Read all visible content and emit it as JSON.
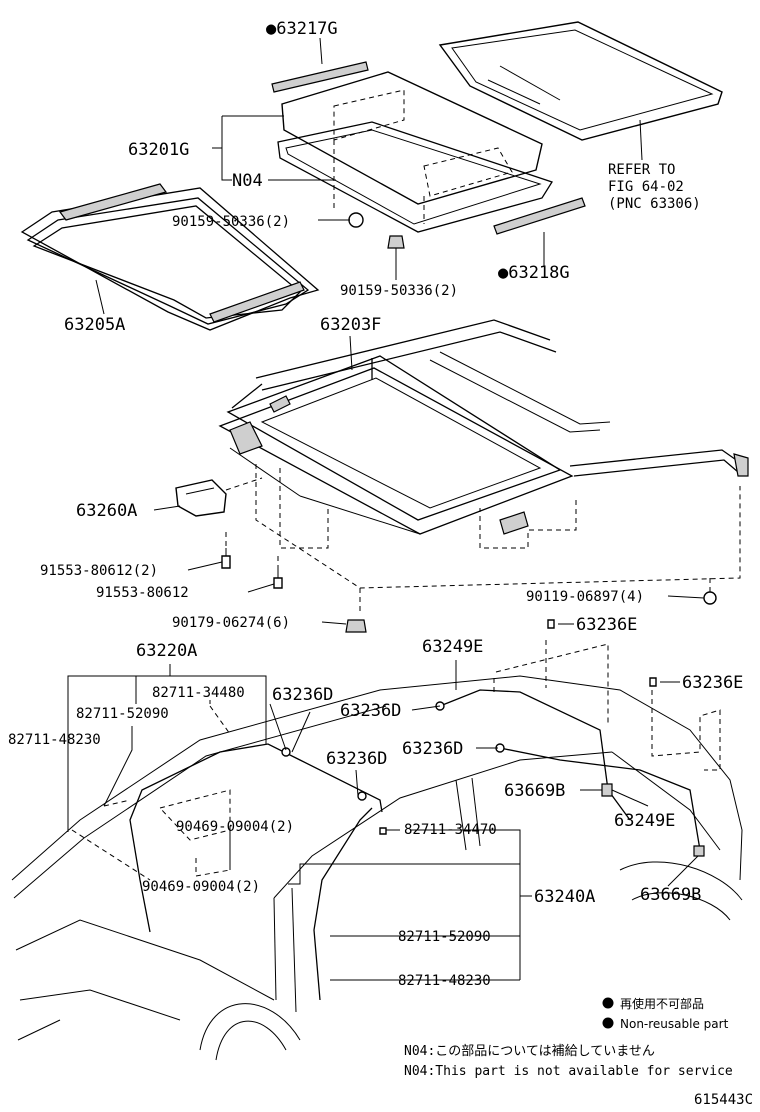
{
  "labels": {
    "p63217G": "●63217G",
    "p63201G": "63201G",
    "pN04": "N04",
    "refer1": "REFER TO",
    "refer2": "FIG 64-02",
    "refer3": "(PNC 63306)",
    "p90159a": "90159-50336(2)",
    "p90159b": "90159-50336(2)",
    "p63218G": "●63218G",
    "p63205A": "63205A",
    "p63203F": "63203F",
    "p63260A": "63260A",
    "p91553a": "91553-80612(2)",
    "p91553b": "91553-80612",
    "p90179": "90179-06274(6)",
    "p90119": "90119-06897(4)",
    "p63236E_a": "63236E",
    "p63220A": "63220A",
    "p63249E_a": "63249E",
    "p63236E_b": "63236E",
    "p82711_34480": "82711-34480",
    "p63236D_a": "63236D",
    "p82711_52090a": "82711-52090",
    "p63236D_b": "63236D",
    "p82711_48230a": "82711-48230",
    "p63236D_c": "63236D",
    "p63236D_d": "63236D",
    "p63669B_a": "63669B",
    "p63249E_b": "63249E",
    "p90469a": "90469-09004(2)",
    "p82711_34470": "82711-34470",
    "p90469b": "90469-09004(2)",
    "p63240A": "63240A",
    "p63669B_b": "63669B",
    "p82711_52090b": "82711-52090",
    "p82711_48230b": "82711-48230"
  },
  "legend": {
    "jp": "再使用不可部品",
    "en": "Non-reusable part"
  },
  "notes": {
    "jp": "N04:この部品については補給していません",
    "en": "N04:This part is not available for service"
  },
  "figure_code": "615443C"
}
